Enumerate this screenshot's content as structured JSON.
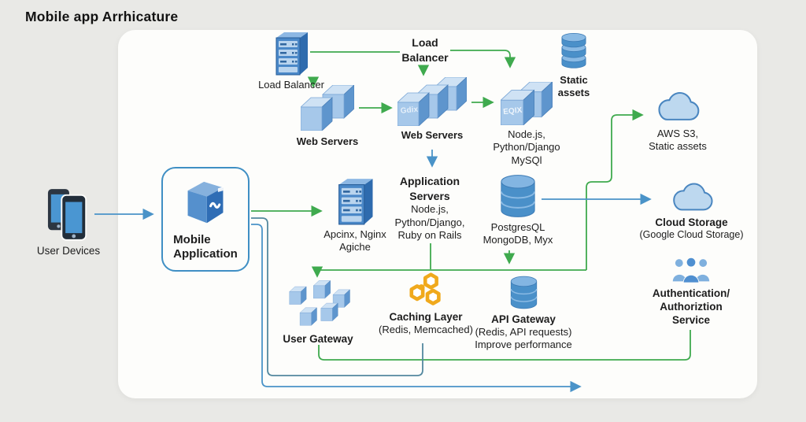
{
  "title": "Mobile app Arrhicature",
  "colors": {
    "background": "#e9e9e6",
    "panel": "#fdfdfb",
    "green_line": "#3faa4e",
    "blue_line": "#4a93c8",
    "teal_line": "#53889f",
    "icon_blue": "#4a88c8",
    "icon_light_blue": "#a6c8ea",
    "caching_yellow": "#f0a91c",
    "text": "#1d1d1d"
  },
  "nodes": {
    "load_balancer_rack": {
      "label": "Load Balancer"
    },
    "load_balancer_heading": {
      "line1": "Load",
      "line2": "Balancer"
    },
    "web_servers_1": {
      "label": "Web Servers"
    },
    "web_servers_2": {
      "label": "Web Servers",
      "logo": "Gdix"
    },
    "app_stack": {
      "logo": "EQIX",
      "line1": "Node.js,",
      "line2": "Python/Django",
      "line3": "MySQl"
    },
    "static_assets": {
      "line1": "Static",
      "line2": "assets"
    },
    "aws_s3": {
      "line1": "AWS S3,",
      "line2": "Static assets"
    },
    "user_devices": {
      "label": "User Devices"
    },
    "mobile_application": {
      "line1": "Mobile",
      "line2": "Application"
    },
    "nginx_rack": {
      "line1": "Apcinx, Nginx",
      "line2": "Agiche"
    },
    "application_servers": {
      "heading1": "Application",
      "heading2": "Servers",
      "sub1": "Node.js,",
      "sub2": "Python/Django,",
      "sub3": "Ruby on Rails"
    },
    "database": {
      "line1": "PostgresQL",
      "line2": "MongoDB, Myx"
    },
    "cloud_storage": {
      "heading": "Cloud Storage",
      "sub": "(Google Cloud Storage)"
    },
    "user_gateway": {
      "label": "User Gateway"
    },
    "caching_layer": {
      "heading": "Caching Layer",
      "sub": "(Redis, Memcached)"
    },
    "api_gateway": {
      "heading": "API Gateway",
      "sub1": "(Redis, API requests)",
      "sub2": "Improve performance"
    },
    "auth_service": {
      "line1": "Authentication/",
      "line2": "Authoriztion",
      "line3": "Service"
    }
  }
}
